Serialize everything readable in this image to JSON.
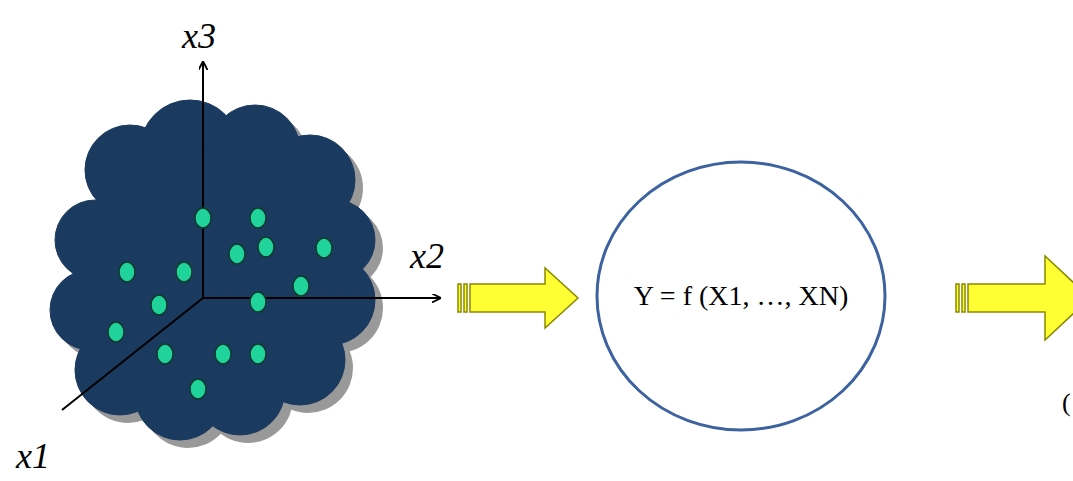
{
  "diagram": {
    "nodes": [
      {
        "text": [
          "Y = f (X1, …, XN)"
        ]
      }
    ],
    "labels": [
      "x3",
      "x2",
      "x1",
      "("
    ]
  }
}
